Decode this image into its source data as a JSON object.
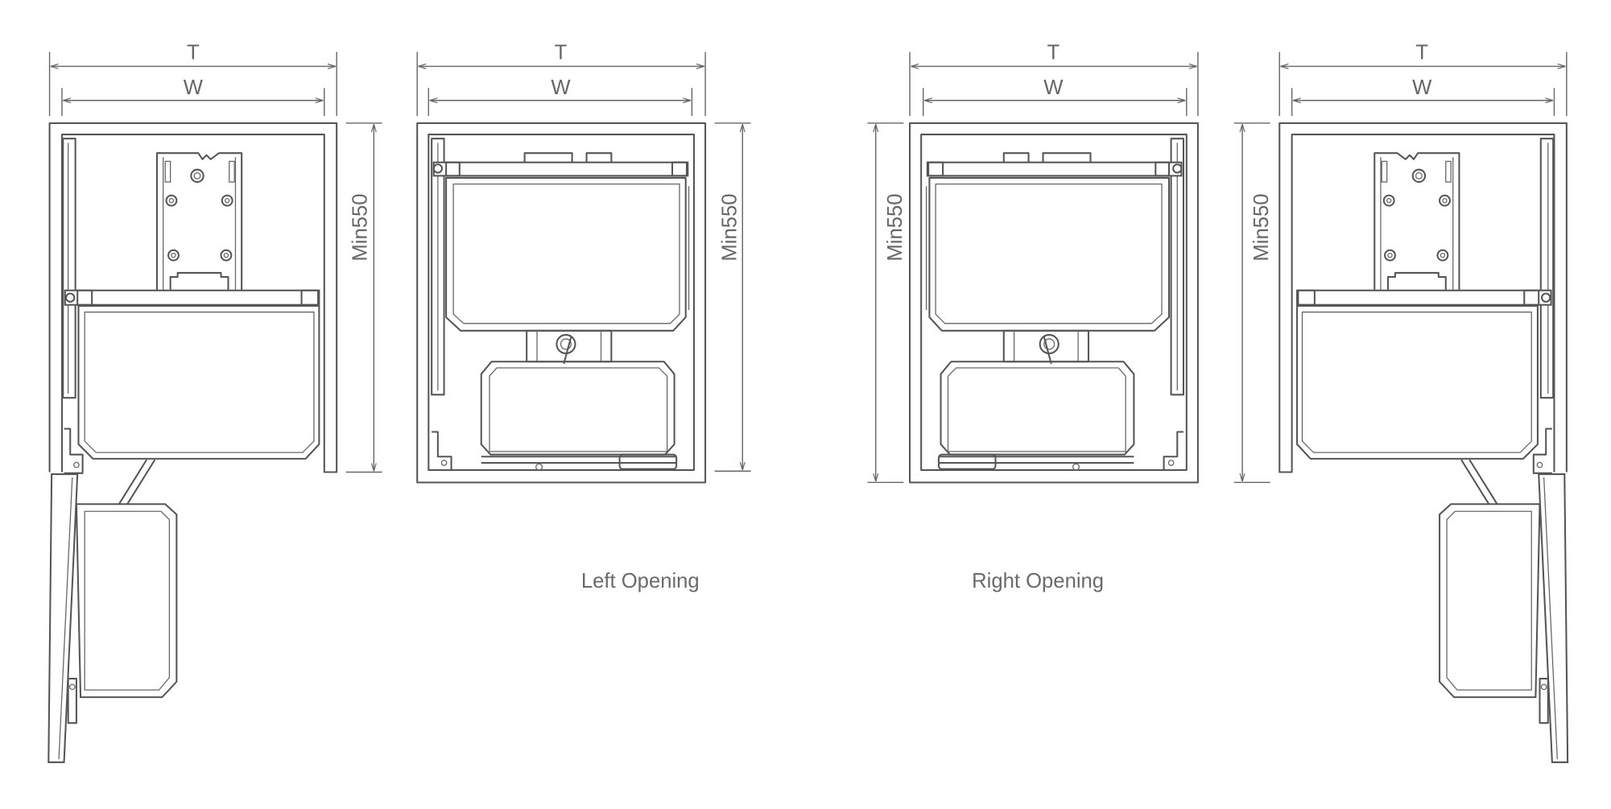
{
  "diagrams": [
    {
      "id": "left-open-door",
      "dim_outer": "T",
      "dim_inner": "W",
      "dim_height": "Min550"
    },
    {
      "id": "left-closed",
      "dim_outer": "T",
      "dim_inner": "W",
      "dim_height": "Min550"
    },
    {
      "id": "right-closed",
      "dim_outer": "T",
      "dim_inner": "W",
      "dim_height": "Min550"
    },
    {
      "id": "right-open-door",
      "dim_outer": "T",
      "dim_inner": "W",
      "dim_height": "Min550"
    }
  ],
  "captions": {
    "left": "Left Opening",
    "right": "Right Opening"
  },
  "colors": {
    "line": "#555555",
    "text": "#666666"
  }
}
